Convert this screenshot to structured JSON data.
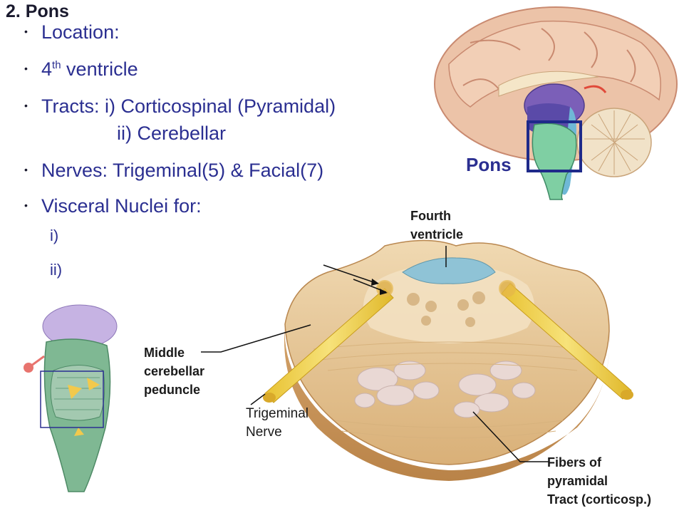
{
  "slide": {
    "title": "2.  Pons",
    "bullets": [
      {
        "text": "Location:"
      },
      {
        "text": "4",
        "sup": "th",
        "rest": " ventricle"
      },
      {
        "text": "Tracts: i) Corticospinal (Pyramidal)"
      },
      {
        "text": "ii) Cerebellar"
      },
      {
        "text": "Nerves: Trigeminal(5) & Facial(7)"
      },
      {
        "text": "Visceral Nuclei for:"
      }
    ],
    "sub_items": [
      "i)",
      "ii)"
    ]
  },
  "diagram": {
    "labels": {
      "fourth_ventricle_1": "Fourth",
      "fourth_ventricle_2": "ventricle",
      "middle_1": "Middle",
      "middle_2": "cerebellar",
      "middle_3": "peduncle",
      "trigeminal_1": "Trigeminal",
      "trigeminal_2": "Nerve",
      "fibers_1": "Fibers of",
      "fibers_2": "pyramidal",
      "fibers_3": "Tract (corticosp.)",
      "pons": "Pons"
    },
    "colors": {
      "text_blue": "#2b2f91",
      "nerve_yellow": "#f1d44a",
      "tissue_tan": "#e6c79a",
      "ventricle_blue": "#8fc3d6",
      "brainstem_purple": "#b7a2d6",
      "highlight_box": "#1f2a8a"
    }
  }
}
